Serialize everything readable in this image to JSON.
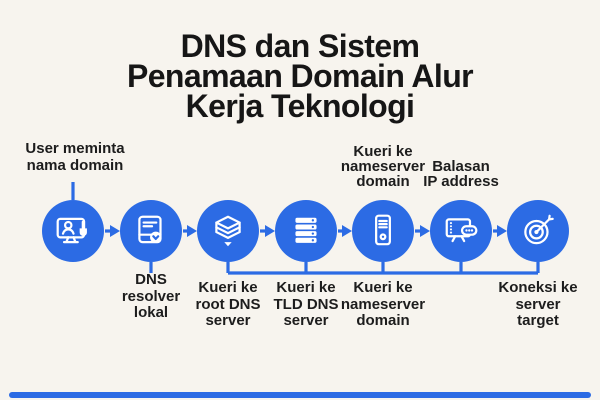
{
  "title": {
    "text": "DNS dan Sistem\nPenamaan Domain Alur\nKerja Teknologi"
  },
  "colors": {
    "accent_blue": "#2c6be4",
    "background": "#f7f4ee",
    "title_text": "#161616",
    "label_text": "#1d1d1d",
    "icon_white": "#ffffff"
  },
  "steps": [
    {
      "name": "user-request",
      "icon": "monitor-user-click-icon",
      "top_label": "User meminta\nnama domain"
    },
    {
      "name": "dns-resolver",
      "icon": "dns-resolver-icon",
      "bottom_label": "DNS\nresolver\nlokal"
    },
    {
      "name": "root-dns",
      "icon": "root-dns-server-icon",
      "bottom_label": "Kueri ke\nroot DNS\nserver"
    },
    {
      "name": "tld-dns",
      "icon": "tld-dns-server-icon",
      "bottom_label": "Kueri ke\nTLD DNS\nserver"
    },
    {
      "name": "nameserver",
      "icon": "nameserver-tower-icon",
      "top_label": "Kueri ke\nnameserver\ndomain",
      "bottom_label": "Kueri ke\nnameserver\ndomain"
    },
    {
      "name": "ip-response",
      "icon": "ip-address-reply-icon",
      "top_label": "Balasan\nIP address"
    },
    {
      "name": "server-target",
      "icon": "target-dartboard-icon",
      "bottom_label": "Koneksi ke\nserver\ntarget"
    }
  ]
}
